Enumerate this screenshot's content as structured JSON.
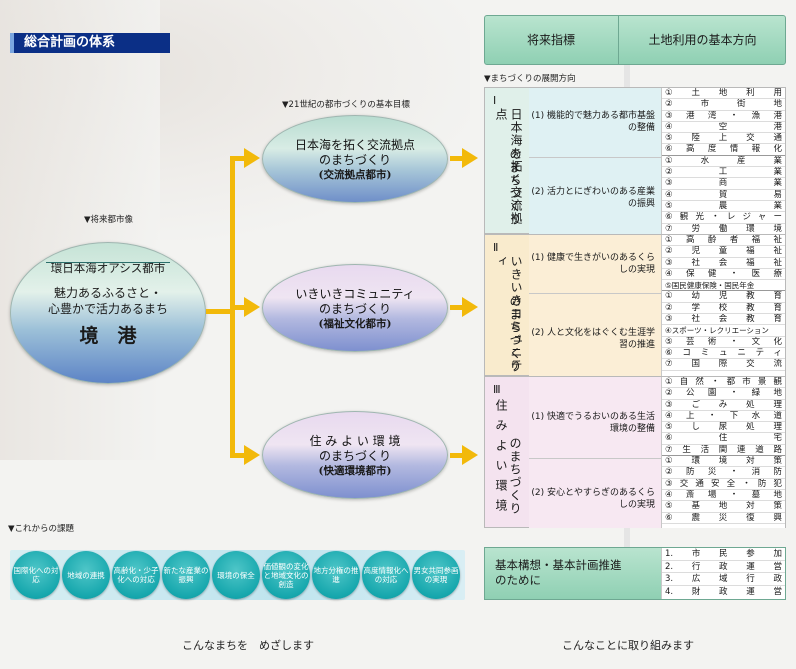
{
  "title": "総合計画の体系",
  "labels": {
    "vision": "▼将来都市像",
    "goals": "▼21世紀の都市づくりの基本目標",
    "development": "▼まちづくりの展開方向",
    "issues": "▼これからの課題"
  },
  "vision": {
    "line1": "環日本海オアシス都市",
    "line2": "魅力あるふるさと・",
    "line3": "心豊かで活力あるまち",
    "city": "境　港"
  },
  "goals": [
    {
      "line1": "日本海を拓く交流拠点",
      "line2": "のまちづくり",
      "sub": "(交流拠点都市)"
    },
    {
      "line1": "いきいきコミュニティ",
      "line2": "のまちづくり",
      "sub": "(福祉文化都市)"
    },
    {
      "line1": "住 み よ い 環 境",
      "line2": "のまちづくり",
      "sub": "(快適環境都市)"
    }
  ],
  "header": {
    "left": "将来指標",
    "right": "土地利用の基本方向"
  },
  "sections": [
    {
      "numeral": "Ⅰ",
      "title_main": "日本海を拓く交流拠点",
      "title_sub": "のまちづくり",
      "categories": [
        {
          "label": "(1) 機能的で魅力ある都市基盤の整備",
          "items": [
            "①土地利用",
            "②市街地",
            "③港湾・漁港",
            "④空港",
            "⑤陸上交通",
            "⑥高度情報化"
          ]
        },
        {
          "label": "(2) 活力とにぎわいのある産業の振興",
          "items": [
            "①水産業",
            "②工業",
            "③商業",
            "④貿易",
            "⑤農業",
            "⑥観光・レジャー",
            "⑦労働環境"
          ]
        }
      ]
    },
    {
      "numeral": "Ⅱ",
      "title_main": "いきいきコミュニティ",
      "title_sub": "のまちづくり",
      "categories": [
        {
          "label": "(1) 健康で生きがいのあるくらしの実現",
          "items": [
            "①高齢者福祉",
            "②児童福祉",
            "③社会福祉",
            "④保健・医療",
            "⑤国民健康保険・国民年金"
          ]
        },
        {
          "label": "(2) 人と文化をはぐくむ生涯学習の推進",
          "items": [
            "①幼児教育",
            "②学校教育",
            "③社会教育",
            "④スポーツ・レクリエーション",
            "⑤芸術・文化",
            "⑥コミュニティ",
            "⑦国際交流"
          ]
        }
      ]
    },
    {
      "numeral": "Ⅲ",
      "title_main": "住みよい環境",
      "title_sub": "のまちづくり",
      "categories": [
        {
          "label": "(1) 快適でうるおいのある生活環境の整備",
          "items": [
            "①自然・都市景観",
            "②公園・緑地",
            "③ごみ処理",
            "④上・下水道",
            "⑤し尿処理",
            "⑥住宅",
            "⑦生活関連道路"
          ]
        },
        {
          "label": "(2) 安心とやすらぎのあるくらしの実現",
          "items": [
            "①環境対策",
            "②防災・消防",
            "③交通安全・防犯",
            "④斎場・墓地",
            "⑤基地対策",
            "⑥震災復興"
          ]
        }
      ]
    }
  ],
  "bottom": {
    "line1": "基本構想・基本計画推進",
    "line2": "のために",
    "items": [
      "1.市民参加",
      "2.行政運営",
      "3.広域行政",
      "4.財政運営"
    ]
  },
  "issues": [
    "国際化への対応",
    "地域の連携",
    "高齢化・少子化への対応",
    "新たな産業の振興",
    "環境の保全",
    "価値観の変化と地域文化の創造",
    "地方分権の推進",
    "高度情報化への対応",
    "男女共同参画の実現"
  ],
  "captions": {
    "left": "こんなまちを　めざします",
    "right": "こんなことに取り組みます"
  }
}
